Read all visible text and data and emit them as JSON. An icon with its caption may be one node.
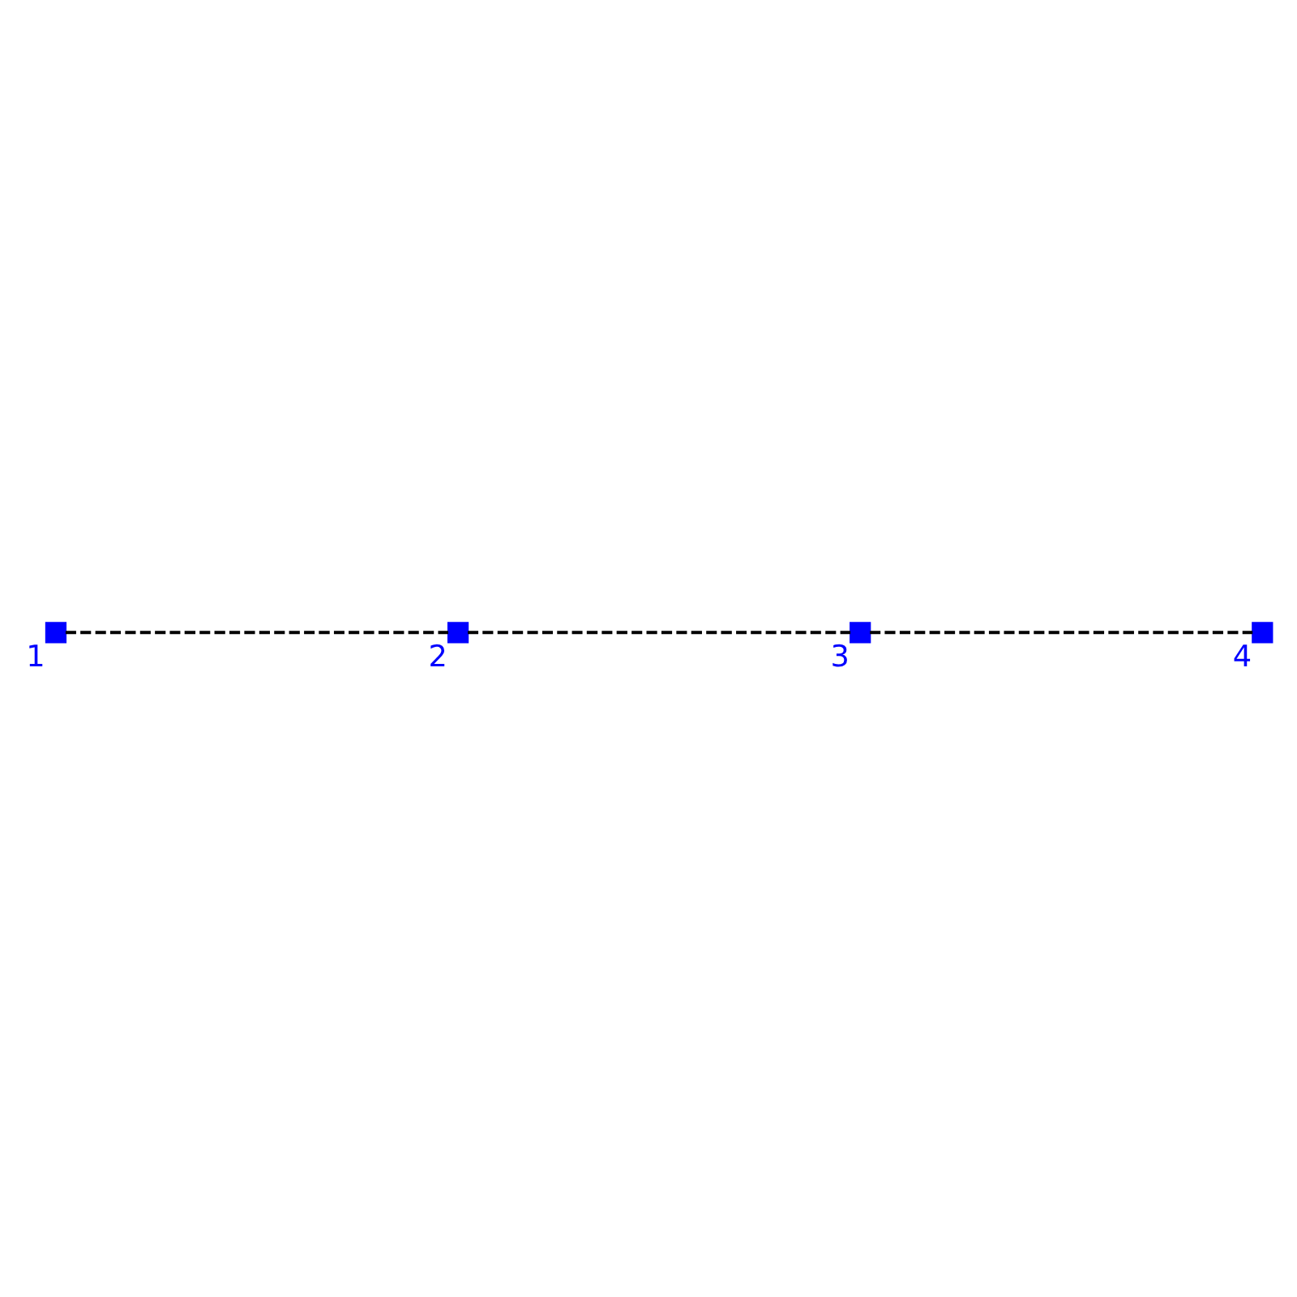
{
  "diagram": {
    "nodes": [
      {
        "text": [],
        "shape": "box",
        "beside": [
          "1"
        ]
      },
      {
        "text": [],
        "shape": "box",
        "beside": [
          "2"
        ]
      },
      {
        "text": [],
        "shape": "box",
        "beside": [
          "3"
        ]
      },
      {
        "text": [],
        "shape": "box",
        "beside": [
          "4"
        ]
      }
    ],
    "edges": [
      {
        "from": 0,
        "to": 1,
        "arrow": "none",
        "style": "dashed"
      },
      {
        "from": 1,
        "to": 2,
        "arrow": "none",
        "style": "dashed"
      },
      {
        "from": 2,
        "to": 3,
        "arrow": "none",
        "style": "dashed"
      }
    ]
  }
}
